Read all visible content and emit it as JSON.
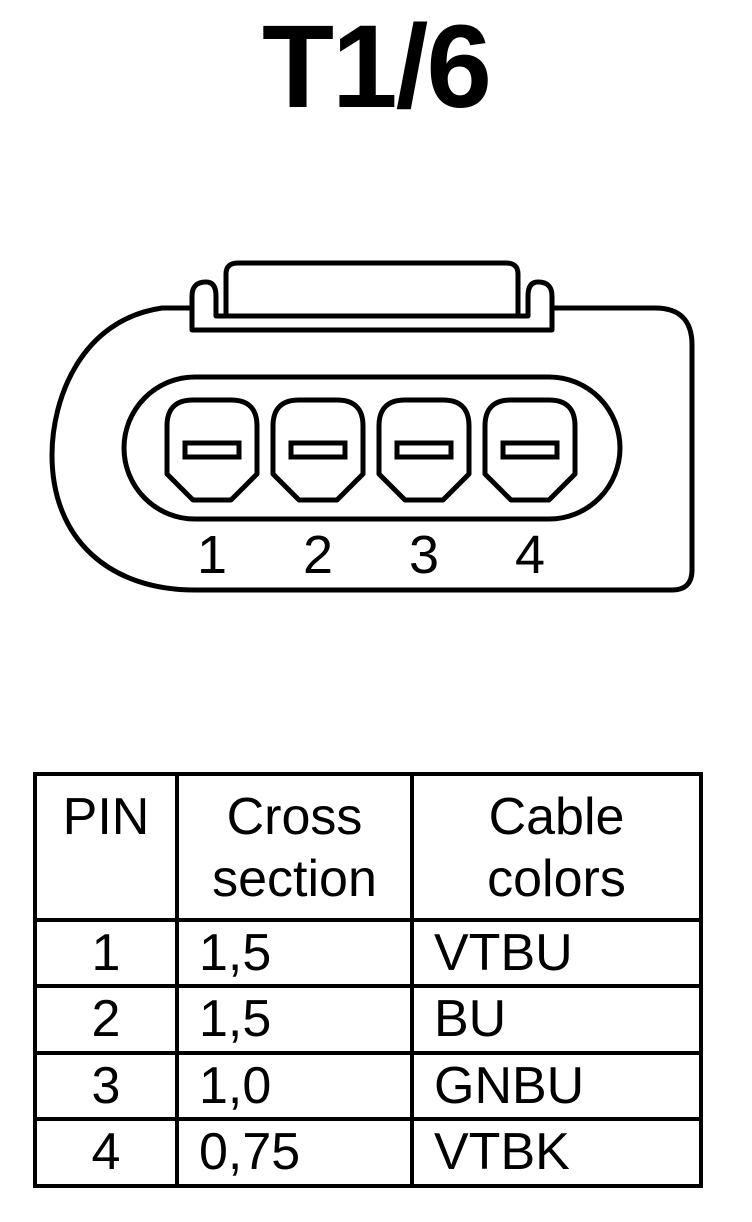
{
  "title": "T1/6",
  "connector": {
    "pin_labels": [
      "1",
      "2",
      "3",
      "4"
    ]
  },
  "table": {
    "headers": {
      "pin": "PIN",
      "cross_line1": "Cross",
      "cross_line2": "section",
      "colors_line1": "Cable",
      "colors_line2": "colors"
    },
    "rows": [
      {
        "pin": "1",
        "cross": "1,5",
        "color": "VTBU"
      },
      {
        "pin": "2",
        "cross": "1,5",
        "color": "BU"
      },
      {
        "pin": "3",
        "cross": "1,0",
        "color": "GNBU"
      },
      {
        "pin": "4",
        "cross": "0,75",
        "color": "VTBK"
      }
    ]
  }
}
